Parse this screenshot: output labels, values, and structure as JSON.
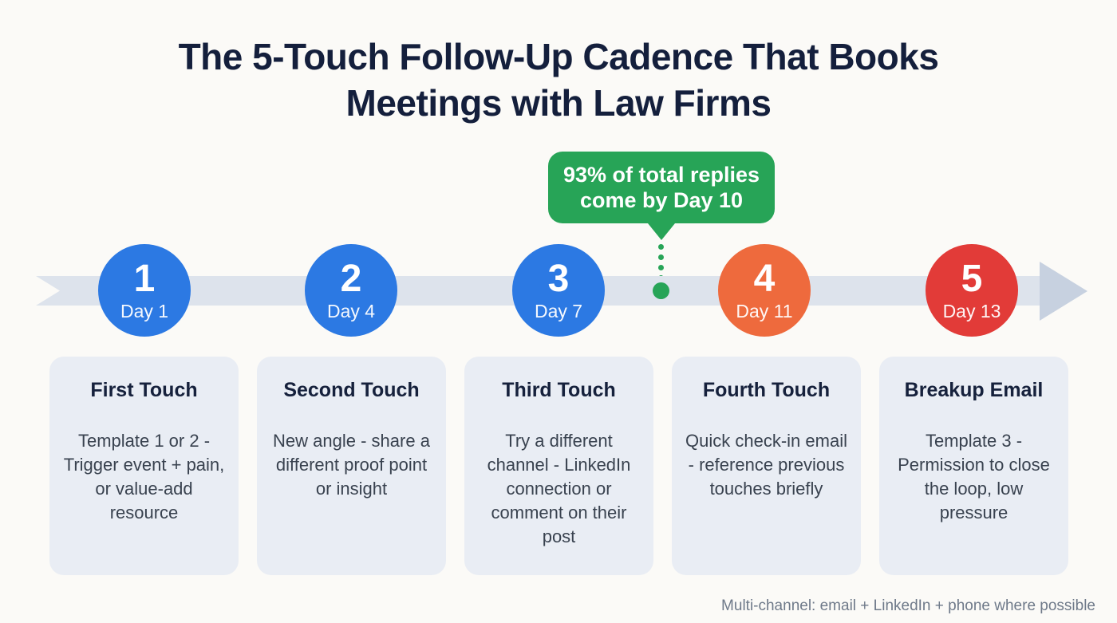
{
  "title": "The 5-Touch Follow-Up Cadence That Books Meetings with Law Firms",
  "callout": {
    "text": "93% of total replies come by Day 10",
    "color": "#27a457"
  },
  "timeline": {
    "band_color": "#dde3ec",
    "arrowhead_color": "#c7d1e0",
    "touches": [
      {
        "number": "1",
        "day": "Day 1",
        "color": "#2c79e3"
      },
      {
        "number": "2",
        "day": "Day 4",
        "color": "#2c79e3"
      },
      {
        "number": "3",
        "day": "Day 7",
        "color": "#2c79e3"
      },
      {
        "number": "4",
        "day": "Day 11",
        "color": "#ee6a3d"
      },
      {
        "number": "5",
        "day": "Day 13",
        "color": "#e23b38"
      }
    ]
  },
  "cards": [
    {
      "title": "First Touch",
      "body": "Template 1 or 2 - Trigger event + pain, or value-add resource"
    },
    {
      "title": "Second Touch",
      "body": "New angle - share a different proof point or insight"
    },
    {
      "title": "Third Touch",
      "body": "Try a different channel - LinkedIn connection or comment on their post"
    },
    {
      "title": "Fourth Touch",
      "body": "Quick check-in email - reference previous touches briefly"
    },
    {
      "title": "Breakup Email",
      "body": "Template 3 - Permission to close the loop, low pressure"
    }
  ],
  "footer": "Multi-channel: email + LinkedIn + phone where possible",
  "colors": {
    "background": "#fbfaf7",
    "title_text": "#141f3c",
    "card_background": "#e9edf4",
    "card_title_text": "#16213c",
    "card_body_text": "#39424f",
    "footer_text": "#6e7989"
  }
}
